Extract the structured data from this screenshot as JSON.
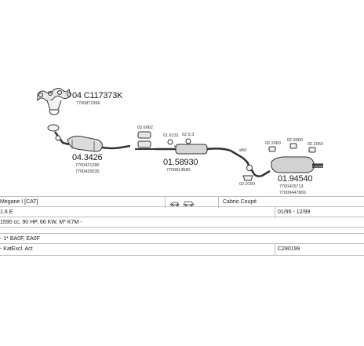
{
  "parts": {
    "manifold": {
      "number": "04 C117373K",
      "sub": "7700872366"
    },
    "catalyst": {
      "number": "04.3426",
      "sub1": "7700421280",
      "sub2": "7700425035"
    },
    "clamp_left": {
      "number": "02.6062"
    },
    "clamp_mid1": {
      "number": "01.6131"
    },
    "clamp_mid2": {
      "number": "02.9.3"
    },
    "middle_silencer": {
      "number": "01.58930",
      "sub": "7700814580"
    },
    "pipe_diameter": {
      "label": "ø50"
    },
    "bracket_bottom": {
      "number": "02.0190"
    },
    "rear_hanger1": {
      "number": "02.2060"
    },
    "rear_hanger2": {
      "number": "02.9060"
    },
    "rear_hanger3": {
      "number": "02.2060"
    },
    "rear_silencer": {
      "number": "01.94540",
      "sub1": "7700425713",
      "sub2": "77009447800"
    }
  },
  "info": {
    "model": "Megane I [CAT]",
    "body": "Cabrio Coupé",
    "engine": "1.6 E",
    "years": "01/95 - 12/99",
    "spec": "1590 cc, 90 HP, 66 KW, M* K7M -",
    "code_line": "- 1* BA0F, EA0F",
    "kat": "- KatExcl. Act",
    "catalog": "C280199"
  }
}
